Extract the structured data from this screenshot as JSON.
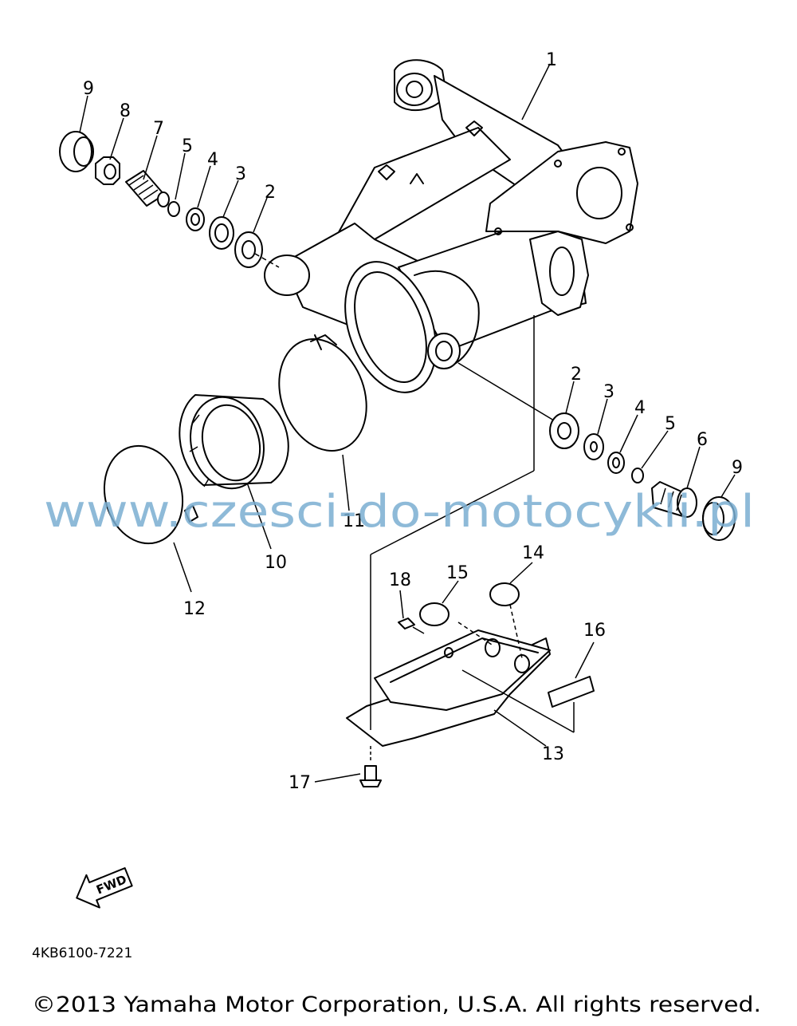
{
  "diagram": {
    "labels": [
      {
        "key": "l1",
        "text": "1"
      },
      {
        "key": "l2a",
        "text": "2"
      },
      {
        "key": "l3a",
        "text": "3"
      },
      {
        "key": "l4a",
        "text": "4"
      },
      {
        "key": "l5a",
        "text": "5"
      },
      {
        "key": "l7",
        "text": "7"
      },
      {
        "key": "l8",
        "text": "8"
      },
      {
        "key": "l9a",
        "text": "9"
      },
      {
        "key": "l2b",
        "text": "2"
      },
      {
        "key": "l3b",
        "text": "3"
      },
      {
        "key": "l4b",
        "text": "4"
      },
      {
        "key": "l5b",
        "text": "5"
      },
      {
        "key": "l6",
        "text": "6"
      },
      {
        "key": "l9b",
        "text": "9"
      },
      {
        "key": "l10",
        "text": "10"
      },
      {
        "key": "l11",
        "text": "11"
      },
      {
        "key": "l12",
        "text": "12"
      },
      {
        "key": "l13",
        "text": "13"
      },
      {
        "key": "l14",
        "text": "14"
      },
      {
        "key": "l15",
        "text": "15"
      },
      {
        "key": "l16",
        "text": "16"
      },
      {
        "key": "l17",
        "text": "17"
      },
      {
        "key": "l18",
        "text": "18"
      }
    ],
    "fwd_badge": "FWD",
    "diagram_code": "4KB6100-7221"
  },
  "watermark": "www.czesci-do-motocykli.pl",
  "copyright": "©2013 Yamaha Motor Corporation, U.S.A. All rights reserved."
}
